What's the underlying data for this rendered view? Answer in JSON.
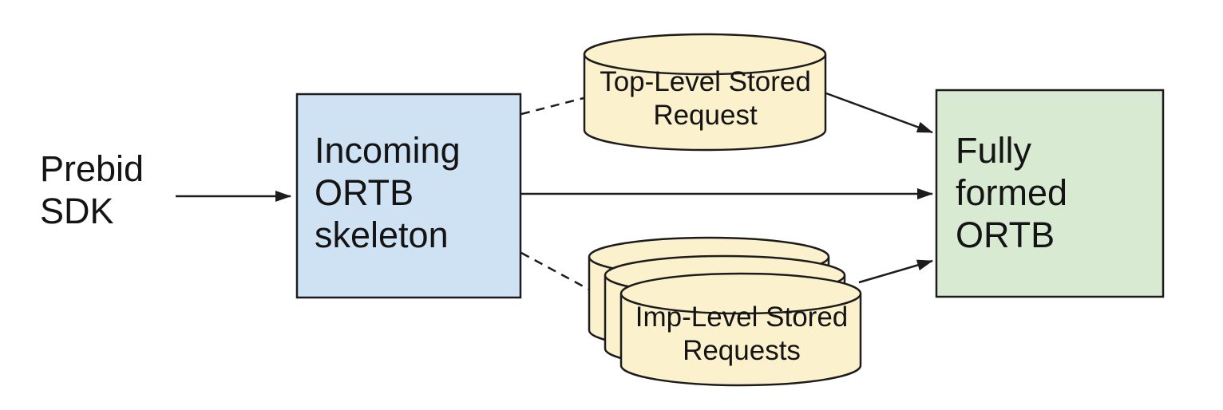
{
  "colors": {
    "background": "#ffffff",
    "stroke": "#1c1c1c",
    "node_blue": "#cfe2f3",
    "node_green": "#d9ead3",
    "node_cream": "#fcf1cd"
  },
  "nodes": {
    "prebid_sdk": {
      "label": "Prebid\nSDK",
      "shape": "text"
    },
    "incoming_ortb": {
      "label": "Incoming\nORTB\nskeleton",
      "shape": "box"
    },
    "top_level_stored_request": {
      "label": "Top-Level Stored\nRequest",
      "shape": "cylinder"
    },
    "imp_level_stored_requests": {
      "label": "Imp-Level Stored\nRequests",
      "shape": "cylinder-stack"
    },
    "fully_formed_ortb": {
      "label": "Fully\nformed\nORTB",
      "shape": "box"
    }
  },
  "edges": [
    {
      "from": "prebid_sdk",
      "to": "incoming_ortb",
      "style": "solid",
      "arrow": true
    },
    {
      "from": "incoming_ortb",
      "to": "top_level_stored_request",
      "style": "dashed",
      "arrow": false
    },
    {
      "from": "incoming_ortb",
      "to": "fully_formed_ortb",
      "style": "solid",
      "arrow": true
    },
    {
      "from": "incoming_ortb",
      "to": "imp_level_stored_requests",
      "style": "dashed",
      "arrow": false
    },
    {
      "from": "top_level_stored_request",
      "to": "fully_formed_ortb",
      "style": "solid",
      "arrow": true
    },
    {
      "from": "imp_level_stored_requests",
      "to": "fully_formed_ortb",
      "style": "solid",
      "arrow": true
    }
  ]
}
